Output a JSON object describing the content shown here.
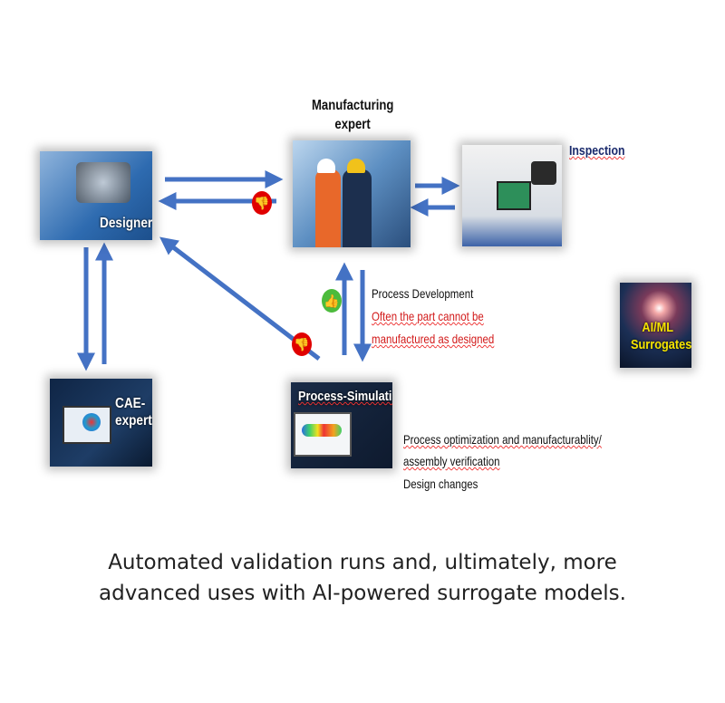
{
  "nodes": {
    "designer": "Designer",
    "manufacturing": "Manufacturing expert",
    "inspection": "Inspection",
    "cae": "CAE-\nexpert",
    "simulation": "Process-Simulation",
    "aiml": "AI/ML Surrogates"
  },
  "notes": {
    "process_development": "Process Development",
    "often_1": "Often the part cannot be",
    "often_2": "manufactured as designed",
    "opt_1": "Process optimization and manufacturablity/",
    "opt_2": "assembly verification",
    "design_changes": "Design changes"
  },
  "caption": {
    "line1": "Automated validation runs and, ultimately, more",
    "line2": "advanced uses with AI-powered surrogate models."
  },
  "colors": {
    "arrow": "#4472c4",
    "thumb_down": "#e00000",
    "thumb_up": "#4cbb3c",
    "red_text": "#d21a1a"
  },
  "icons": [
    "thumbs-down-icon",
    "thumbs-down-icon",
    "thumbs-up-icon"
  ]
}
